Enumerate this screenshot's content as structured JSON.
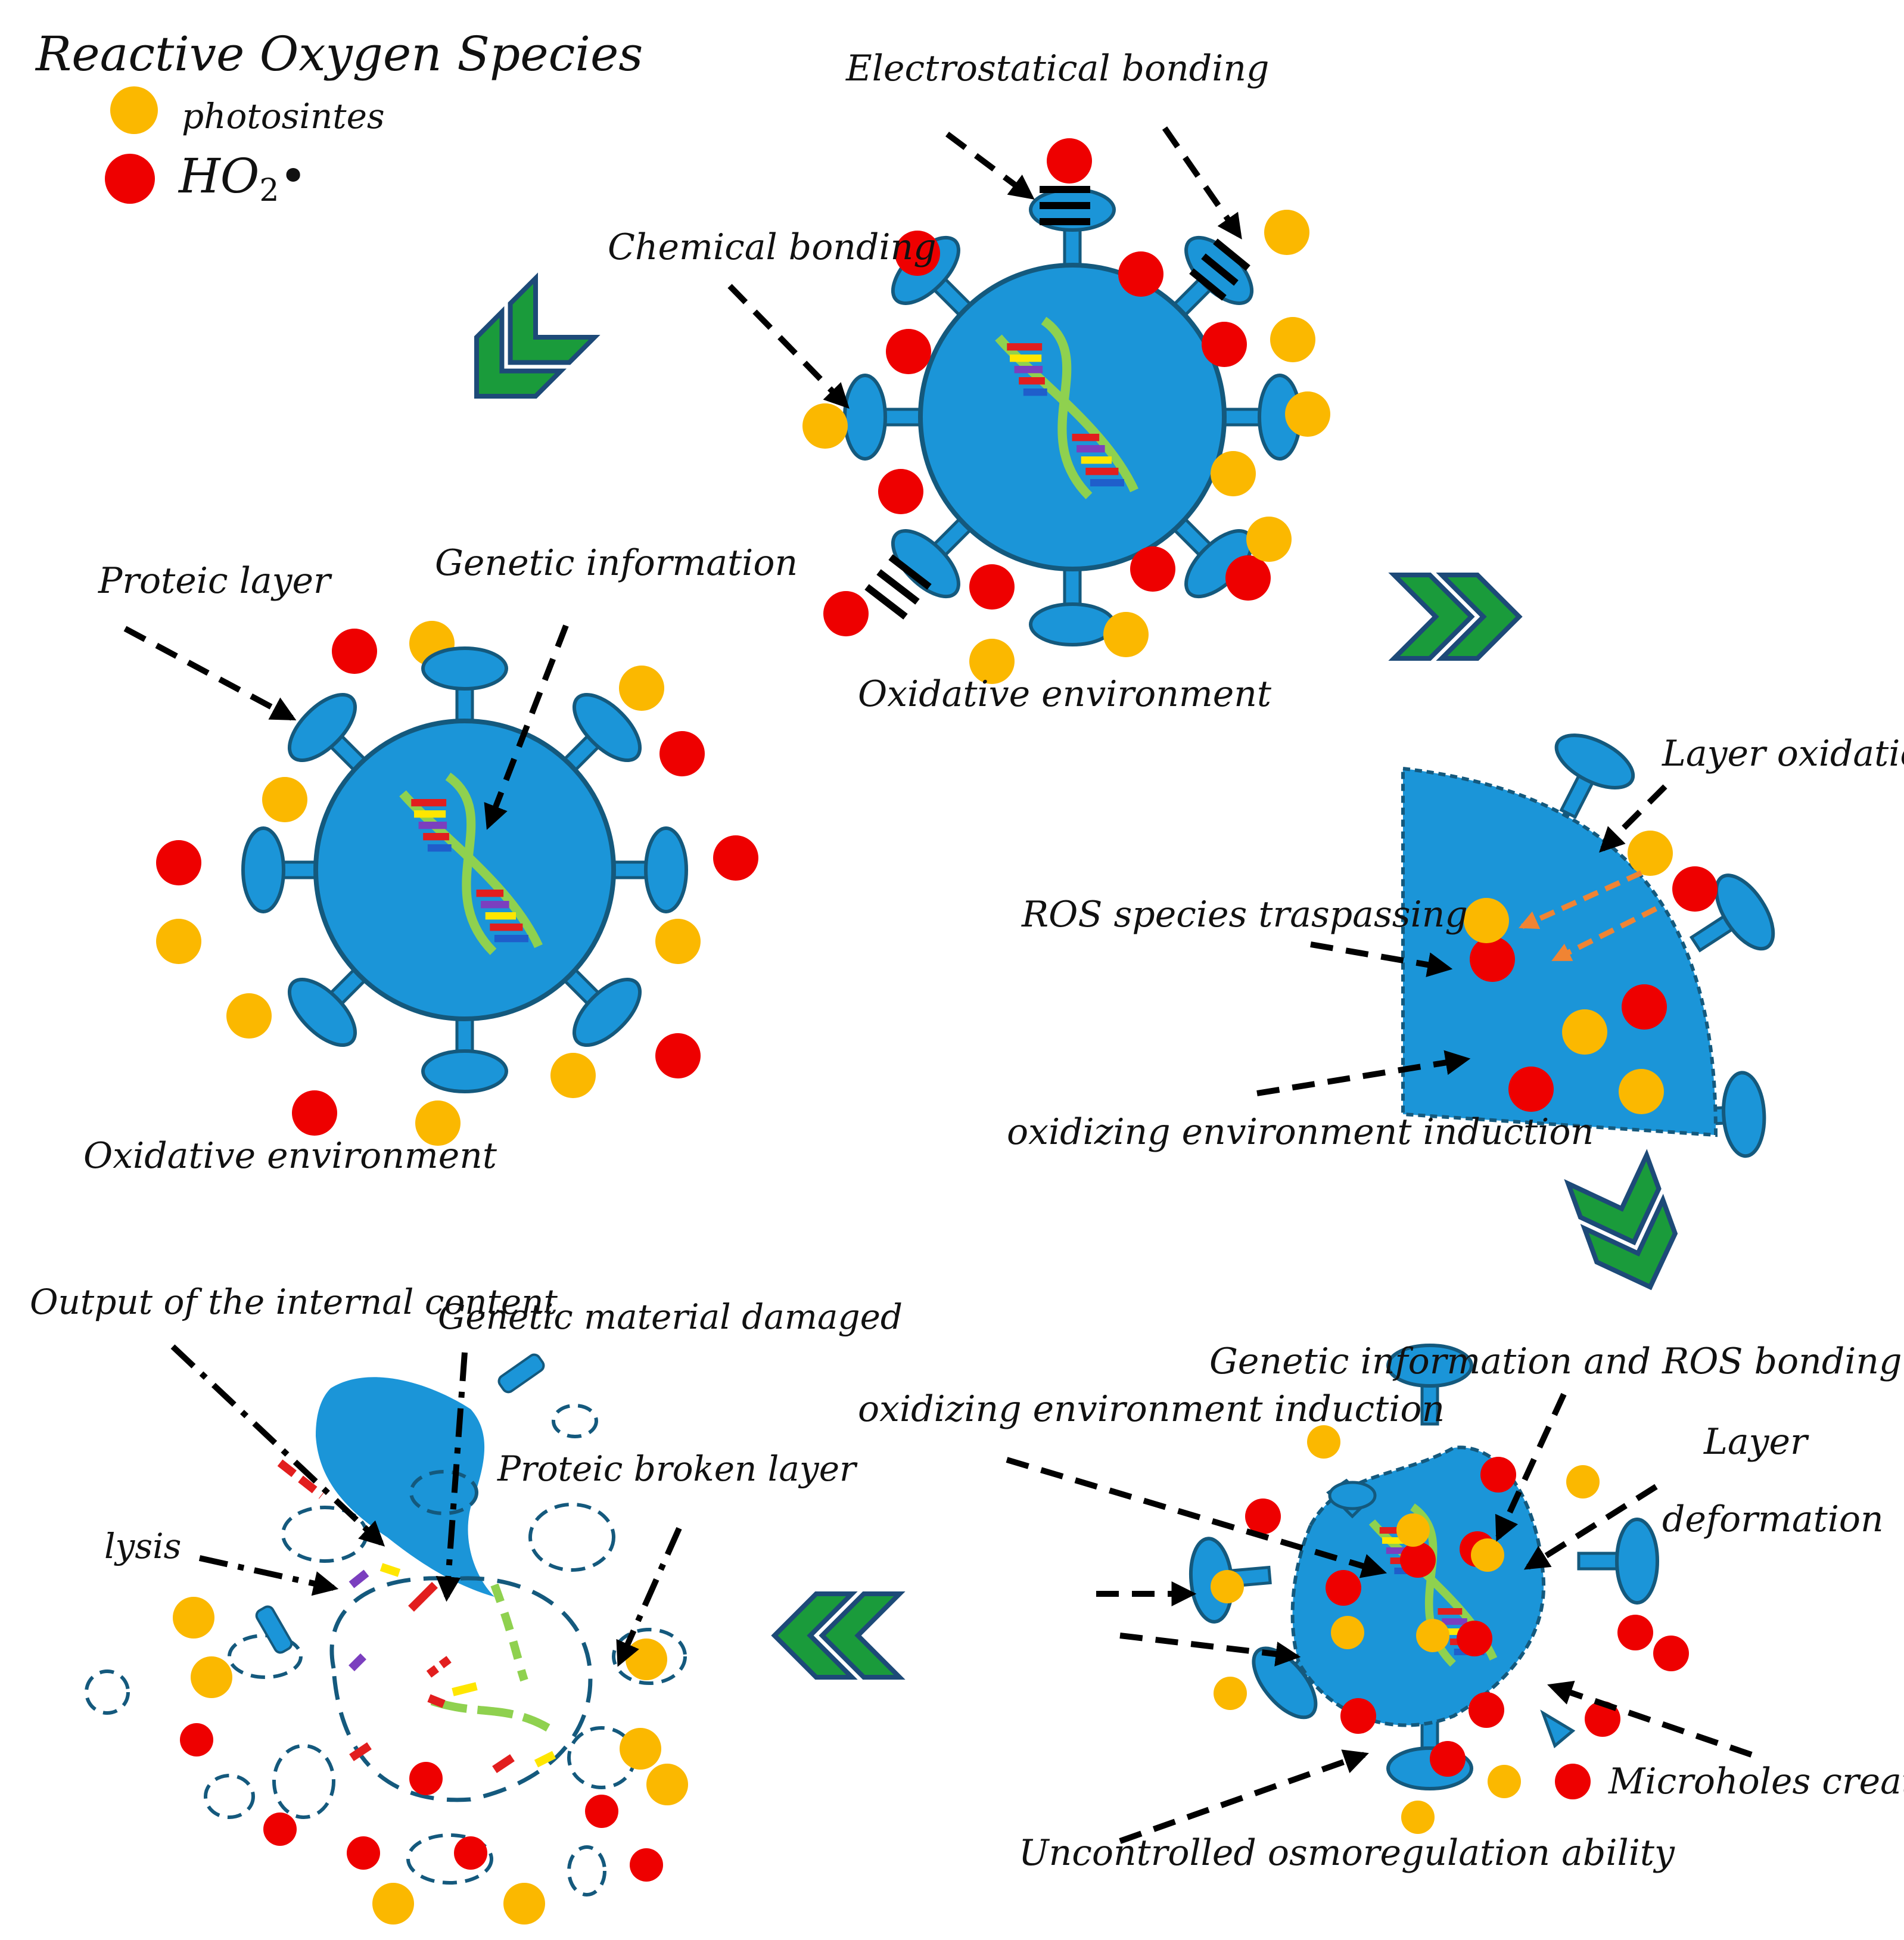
{
  "legend": {
    "title": "Reactive Oxygen Species",
    "item1_label": "photosintes",
    "item2_label": "HO",
    "item2_sub": "2",
    "item2_dot": "•"
  },
  "colors": {
    "virus_blue": "#1b95d8",
    "virus_outline": "#14597d",
    "ros_red": "#ee0000",
    "ros_yellow": "#fbb800",
    "arrow_green": "#1a9b3b",
    "arrow_navy": "#1d4a78",
    "orange_arrow": "#f08433",
    "dna_green": "#8fd14f"
  },
  "stage1": {
    "proteic_layer": "Proteic layer",
    "genetic_information": "Genetic information",
    "oxidative_environment": "Oxidative environment"
  },
  "stage2": {
    "electrostatical_bonding": "Electrostatical bonding",
    "chemical_bonding": "Chemical bonding",
    "oxidative_environment": "Oxidative environment"
  },
  "stage3": {
    "layer_oxidation": "Layer oxidation",
    "ros_traspassing": "ROS species traspassing",
    "oxidizing_induction": "oxidizing environment induction"
  },
  "stage4": {
    "genetic_ros_bonding": "Genetic information and ROS bonding",
    "oxidizing_induction": "oxidizing environment induction",
    "layer": "Layer",
    "deformation": "deformation",
    "microholes": "Microholes creation",
    "osmoregulation": "Uncontrolled osmoregulation ability"
  },
  "stage5": {
    "output_internal": "Output of the internal content",
    "genetic_damaged": "Genetic material damaged",
    "proteic_broken": "Proteic broken layer",
    "lysis": "lysis"
  }
}
